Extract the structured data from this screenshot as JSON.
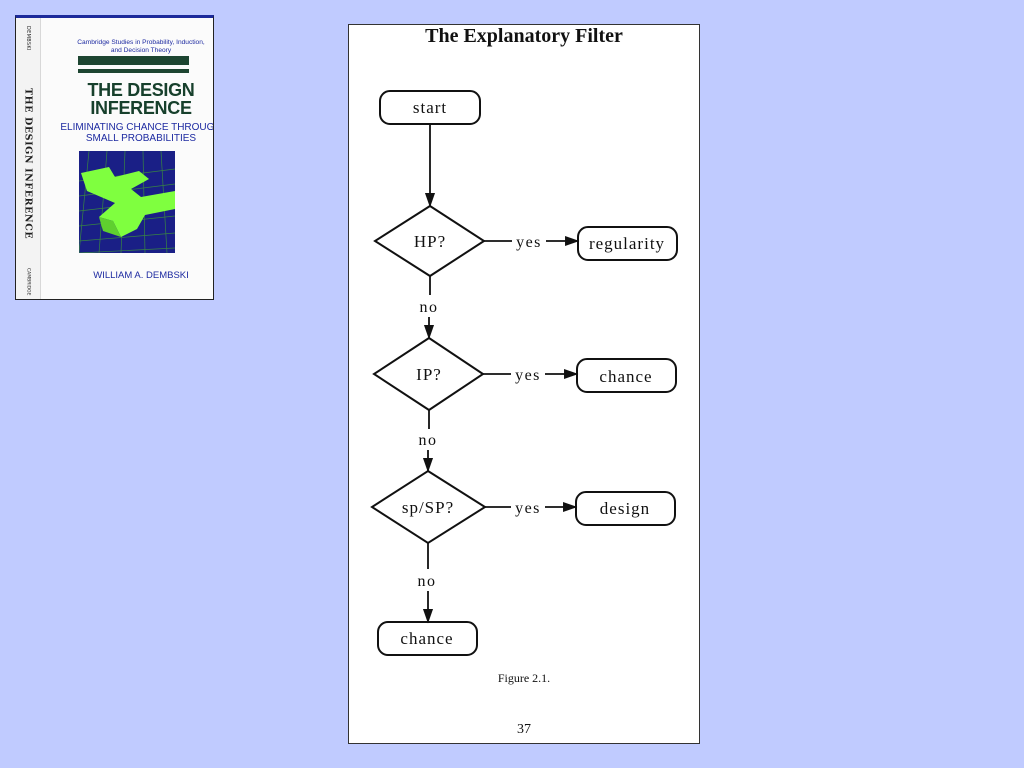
{
  "book": {
    "series": "Cambridge Studies in Probability, Induction, and Decision Theory",
    "title": "THE DESIGN INFERENCE",
    "subtitle": "ELIMINATING CHANCE THROUGH SMALL PROBABILITIES",
    "author": "WILLIAM A. DEMBSKI",
    "spine_author": "DEMBSKI",
    "spine_title": "THE DESIGN INFERENCE",
    "spine_publisher": "CAMBRIDGE",
    "colors": {
      "background": "#c0cbff",
      "cover_text": "#1d2aa1",
      "cover_title": "#17402c",
      "art_background": "#1a1f86",
      "art_shape": "#7fff3f"
    }
  },
  "page": {
    "title": "The Explanatory Filter",
    "caption": "Figure 2.1.",
    "page_number": "37"
  },
  "diagram": {
    "nodes": [
      {
        "id": "start",
        "label": "start",
        "shape": "rounded-rect"
      },
      {
        "id": "hp",
        "label": "HP?",
        "shape": "diamond"
      },
      {
        "id": "regularity",
        "label": "regularity",
        "shape": "rounded-rect"
      },
      {
        "id": "ip",
        "label": "IP?",
        "shape": "diamond"
      },
      {
        "id": "chance1",
        "label": "chance",
        "shape": "rounded-rect"
      },
      {
        "id": "spsp",
        "label": "sp/SP?",
        "shape": "diamond"
      },
      {
        "id": "design",
        "label": "design",
        "shape": "rounded-rect"
      },
      {
        "id": "chance2",
        "label": "chance",
        "shape": "rounded-rect"
      }
    ],
    "edges": [
      {
        "from": "start",
        "to": "hp",
        "label": ""
      },
      {
        "from": "hp",
        "to": "regularity",
        "label": "yes"
      },
      {
        "from": "hp",
        "to": "ip",
        "label": "no"
      },
      {
        "from": "ip",
        "to": "chance1",
        "label": "yes"
      },
      {
        "from": "ip",
        "to": "spsp",
        "label": "no"
      },
      {
        "from": "spsp",
        "to": "design",
        "label": "yes"
      },
      {
        "from": "spsp",
        "to": "chance2",
        "label": "no"
      }
    ]
  }
}
